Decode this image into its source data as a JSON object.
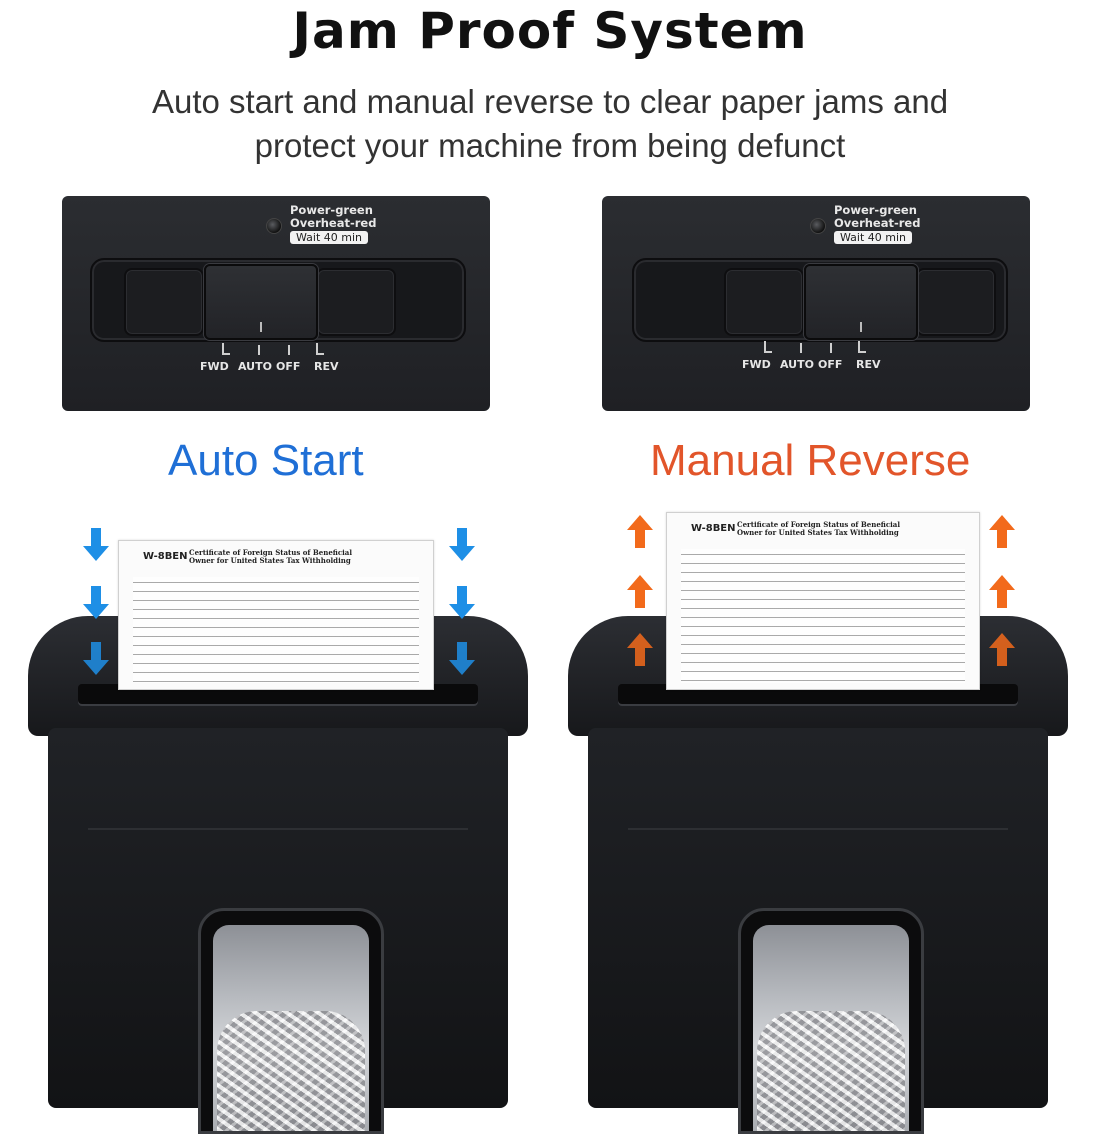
{
  "header": {
    "title": "Jam Proof System",
    "subtitle_line1": "Auto start and manual reverse to clear paper jams and",
    "subtitle_line2": "protect your machine from being defunct"
  },
  "control_panel": {
    "indicator_power": "Power-green",
    "indicator_overheat": "Overheat-red",
    "indicator_wait": "Wait 40 min",
    "positions": [
      "FWD",
      "AUTO",
      "OFF",
      "REV"
    ]
  },
  "captions": {
    "auto_start": "Auto Start",
    "manual_reverse": "Manual Reverse"
  },
  "paper": {
    "form_id": "W-8BEN",
    "form_title": "Certificate of Foreign Status of Beneficial Owner for United States Tax Withholding"
  },
  "colors": {
    "auto_start": "#1f6fd6",
    "manual_reverse": "#e2552a",
    "arrow_down": "#1e8fe6",
    "arrow_up": "#f26a1b"
  },
  "icons": {
    "down_arrow": "down-arrow-icon",
    "up_arrow": "up-arrow-icon"
  }
}
